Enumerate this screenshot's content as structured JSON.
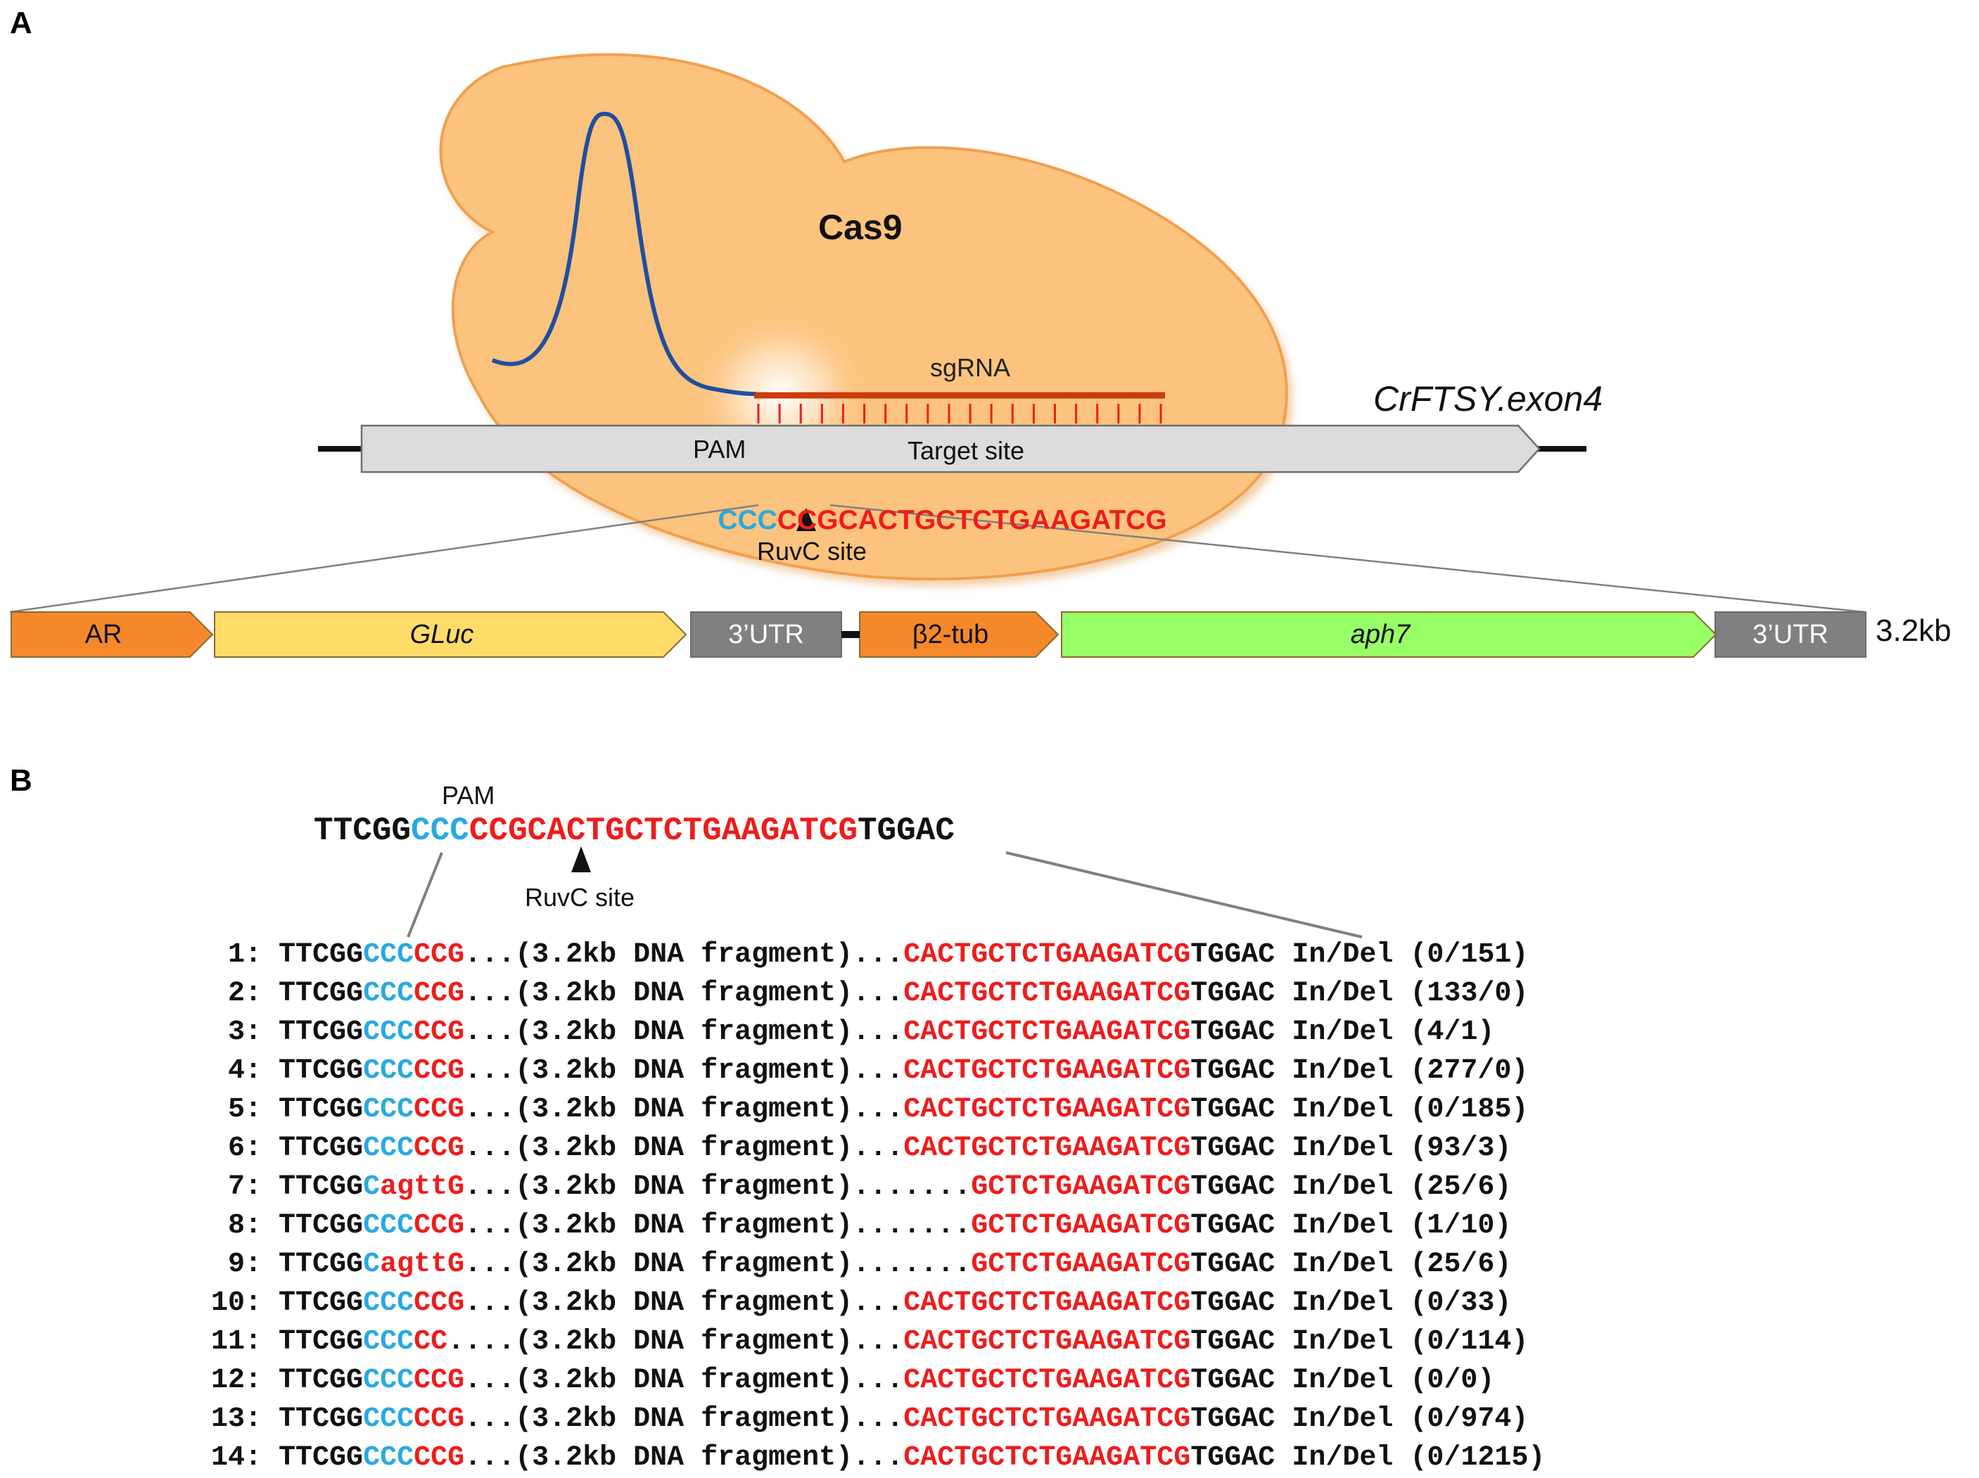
{
  "panels": {
    "a": "A",
    "b": "B"
  },
  "colors": {
    "cas9_fill": "#fcc37e",
    "cas9_stroke": "#f0a050",
    "sgrna_line": "#cc3b0c",
    "sgrna_curve": "#1f4f9e",
    "exon_fill": "#dcdcdc",
    "pam_blue": "#29a9e0",
    "target_red": "#ee1c1c",
    "orange_block": "#f4882a",
    "yellow_block": "#ffdc6a",
    "gray_block": "#808080",
    "green_block": "#99ff66"
  },
  "panel_a": {
    "cas9_label": "Cas9",
    "sgrna_label": "sgRNA",
    "gene_label": "CrFTSY.exon4",
    "pam_label": "PAM",
    "target_label": "Target site",
    "seq_pam": "CCC",
    "seq_target": "CCGCACTGCTCTGAAGATCG",
    "ruvc_label": "RuvC site",
    "cassette": [
      {
        "label": "AR",
        "italic": false,
        "color": "#f4882a",
        "kind": "arrow"
      },
      {
        "label": "GLuc",
        "italic": true,
        "color": "#ffdc6a",
        "kind": "arrow"
      },
      {
        "label": "3’UTR",
        "italic": false,
        "color": "#808080",
        "kind": "box"
      },
      {
        "label": "β2-tub",
        "italic": false,
        "color": "#f4882a",
        "kind": "arrow"
      },
      {
        "label": "aph7",
        "italic": true,
        "color": "#99ff66",
        "kind": "arrow"
      },
      {
        "label": "3’UTR",
        "italic": false,
        "color": "#808080",
        "kind": "box"
      }
    ],
    "size_label": "3.2kb"
  },
  "panel_b": {
    "pam_label": "PAM",
    "ruvc_label": "RuvC site",
    "seq": {
      "left": "TTCGG",
      "pam": "CCC",
      "target": "CCGCACTGCTCTGAAGATCG",
      "right": "TGGAC"
    },
    "rows": [
      {
        "num": " 1:",
        "left_blk": "TTCGG",
        "left_blue": "CCC",
        "left_red": "CCG",
        "fragment": "...(3.2kb DNA fragment)...",
        "right_red": "CACTGCTCTGAAGATCG",
        "right_blk": "TGGAC",
        "label": "In/Del",
        "count": "(0/151)"
      },
      {
        "num": " 2:",
        "left_blk": "TTCGG",
        "left_blue": "CCC",
        "left_red": "CCG",
        "fragment": "...(3.2kb DNA fragment)...",
        "right_red": "CACTGCTCTGAAGATCG",
        "right_blk": "TGGAC",
        "label": "In/Del",
        "count": "(133/0)"
      },
      {
        "num": " 3:",
        "left_blk": "TTCGG",
        "left_blue": "CCC",
        "left_red": "CCG",
        "fragment": "...(3.2kb DNA fragment)...",
        "right_red": "CACTGCTCTGAAGATCG",
        "right_blk": "TGGAC",
        "label": "In/Del",
        "count": "(4/1)"
      },
      {
        "num": " 4:",
        "left_blk": "TTCGG",
        "left_blue": "CCC",
        "left_red": "CCG",
        "fragment": "...(3.2kb DNA fragment)...",
        "right_red": "CACTGCTCTGAAGATCG",
        "right_blk": "TGGAC",
        "label": "In/Del",
        "count": "(277/0)"
      },
      {
        "num": " 5:",
        "left_blk": "TTCGG",
        "left_blue": "CCC",
        "left_red": "CCG",
        "fragment": "...(3.2kb DNA fragment)...",
        "right_red": "CACTGCTCTGAAGATCG",
        "right_blk": "TGGAC",
        "label": "In/Del",
        "count": "(0/185)"
      },
      {
        "num": " 6:",
        "left_blk": "TTCGG",
        "left_blue": "CCC",
        "left_red": "CCG",
        "fragment": "...(3.2kb DNA fragment)...",
        "right_red": "CACTGCTCTGAAGATCG",
        "right_blk": "TGGAC",
        "label": "In/Del",
        "count": "(93/3)"
      },
      {
        "num": " 7:",
        "left_blk": "TTCGG",
        "left_blue": "C",
        "left_red": "agttG",
        "fragment": "...(3.2kb DNA fragment)...",
        "dots": "....",
        "right_red": "GCTCTGAAGATCG",
        "right_blk": "TGGAC",
        "label": "In/Del",
        "count": "(25/6)",
        "lower": true
      },
      {
        "num": " 8:",
        "left_blk": "TTCGG",
        "left_blue": "CCC",
        "left_red": "CCG",
        "fragment": "...(3.2kb DNA fragment)...",
        "dots": "....",
        "right_red": "GCTCTGAAGATCG",
        "right_blk": "TGGAC",
        "label": "In/Del",
        "count": "(1/10)"
      },
      {
        "num": " 9:",
        "left_blk": "TTCGG",
        "left_blue": "C",
        "left_red": "agttG",
        "fragment": "...(3.2kb DNA fragment)...",
        "dots": "....",
        "right_red": "GCTCTGAAGATCG",
        "right_blk": "TGGAC",
        "label": "In/Del",
        "count": "(25/6)",
        "lower": true
      },
      {
        "num": "10:",
        "left_blk": "TTCGG",
        "left_blue": "CCC",
        "left_red": "CCG",
        "fragment": "...(3.2kb DNA fragment)...",
        "right_red": "CACTGCTCTGAAGATCG",
        "right_blk": "TGGAC",
        "label": "In/Del",
        "count": "(0/33)"
      },
      {
        "num": "11:",
        "left_blk": "TTCGG",
        "left_blue": "CCC",
        "left_red": "CC",
        "fragment": "....(3.2kb DNA fragment)...",
        "right_red": "CACTGCTCTGAAGATCG",
        "right_blk": "TGGAC",
        "label": "In/Del",
        "count": "(0/114)"
      },
      {
        "num": "12:",
        "left_blk": "TTCGG",
        "left_blue": "CCC",
        "left_red": "CCG",
        "fragment": "...(3.2kb DNA fragment)...",
        "right_red": "CACTGCTCTGAAGATCG",
        "right_blk": "TGGAC",
        "label": "In/Del",
        "count": "(0/0)"
      },
      {
        "num": "13:",
        "left_blk": "TTCGG",
        "left_blue": "CCC",
        "left_red": "CCG",
        "fragment": "...(3.2kb DNA fragment)...",
        "right_red": "CACTGCTCTGAAGATCG",
        "right_blk": "TGGAC",
        "label": "In/Del",
        "count": "(0/974)"
      },
      {
        "num": "14:",
        "left_blk": "TTCGG",
        "left_blue": "CCC",
        "left_red": "CCG",
        "fragment": "...(3.2kb DNA fragment)...",
        "right_red": "CACTGCTCTGAAGATCG",
        "right_blk": "TGGAC",
        "label": "In/Del",
        "count": "(0/1215)"
      }
    ]
  }
}
